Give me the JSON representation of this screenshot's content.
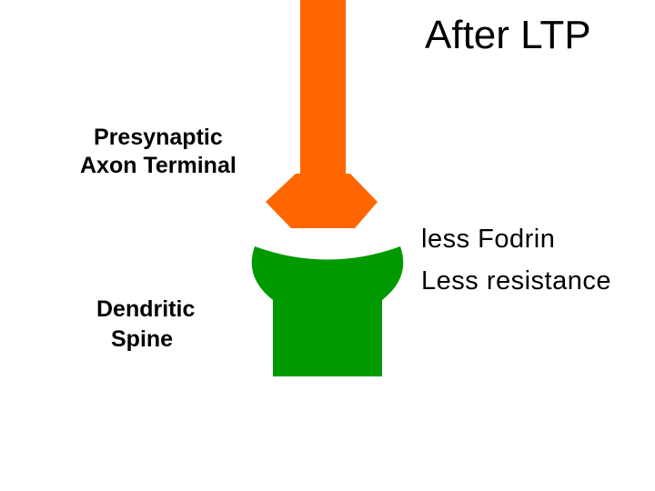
{
  "title": "After LTP",
  "labels": {
    "presynaptic": [
      "Presynaptic",
      "Axon Terminal"
    ],
    "dendritic": [
      "Dendritic",
      "Spine"
    ],
    "note": [
      "less Fodrin",
      "Less resistance"
    ]
  },
  "colors": {
    "axon": "#ff6600",
    "spine": "#009900",
    "background": "#ffffff",
    "text": "#000000"
  }
}
